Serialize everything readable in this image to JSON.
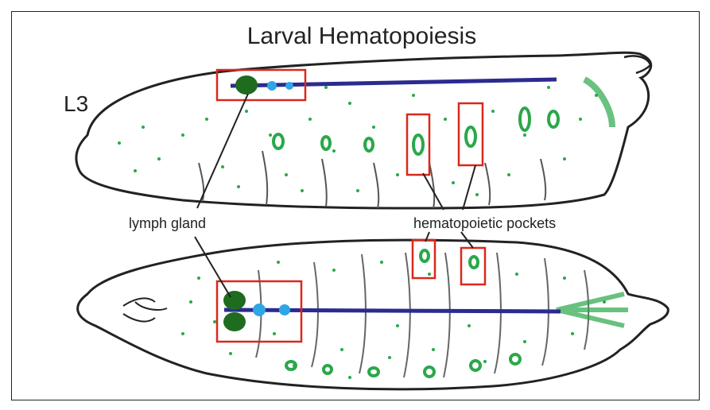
{
  "title": "Larval Hematopoiesis",
  "stage_label": "L3",
  "labels": {
    "lymph_gland": "lymph gland",
    "hematopoietic_pockets": "hematopoietic pockets"
  },
  "colors": {
    "outline": "#222222",
    "green": "#2aa84a",
    "dark_green": "#1f6b1f",
    "vessel": "#2b2b8f",
    "cyan": "#2fa6e6",
    "box": "#d9281c"
  }
}
